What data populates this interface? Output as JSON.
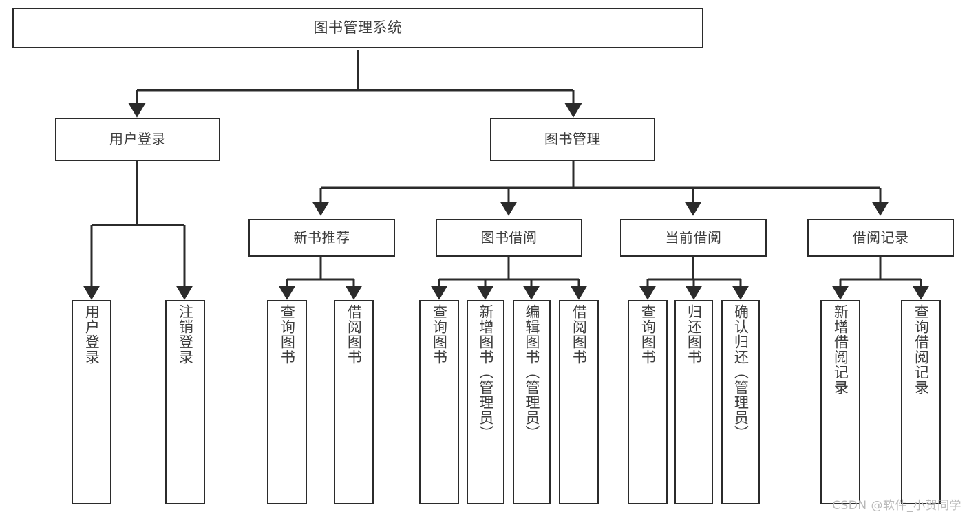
{
  "diagram": {
    "title": "图书管理系统",
    "type": "tree-hierarchy",
    "watermark": "CSDN @软件_小贺同学",
    "colors": {
      "box_border": "#2b2b2b",
      "box_fill": "#ffffff",
      "text": "#3d3d3d",
      "edge": "#2b2b2b",
      "watermark": "#b9b9b9",
      "background": "#ffffff"
    },
    "nodes": {
      "root": {
        "label": "图书管理系统"
      },
      "level1": [
        {
          "id": "user-login",
          "label": "用户登录"
        },
        {
          "id": "book-manage",
          "label": "图书管理"
        }
      ],
      "level2": [
        {
          "id": "new-book-recommend",
          "label": "新书推荐"
        },
        {
          "id": "book-borrow",
          "label": "图书借阅"
        },
        {
          "id": "current-borrow",
          "label": "当前借阅"
        },
        {
          "id": "borrow-record",
          "label": "借阅记录"
        }
      ],
      "leaves": {
        "user-login": [
          {
            "id": "leaf-user-login",
            "label": "用户登录"
          },
          {
            "id": "leaf-logout-login",
            "label": "注销登录"
          }
        ],
        "new-book-recommend": [
          {
            "id": "leaf-query-book-1",
            "label": "查询图书"
          },
          {
            "id": "leaf-borrow-book-1",
            "label": "借阅图书"
          }
        ],
        "book-borrow": [
          {
            "id": "leaf-query-book-2",
            "label": "查询图书"
          },
          {
            "id": "leaf-add-book",
            "label": "新增图书（管理员）"
          },
          {
            "id": "leaf-edit-book",
            "label": "编辑图书（管理员）"
          },
          {
            "id": "leaf-borrow-book-2",
            "label": "借阅图书"
          }
        ],
        "current-borrow": [
          {
            "id": "leaf-query-book-3",
            "label": "查询图书"
          },
          {
            "id": "leaf-return-book",
            "label": "归还图书"
          },
          {
            "id": "leaf-confirm-return",
            "label": "确认归还（管理员）"
          }
        ],
        "borrow-record": [
          {
            "id": "leaf-add-record",
            "label": "新增借阅记录"
          },
          {
            "id": "leaf-query-record",
            "label": "查询借阅记录"
          }
        ]
      }
    }
  }
}
